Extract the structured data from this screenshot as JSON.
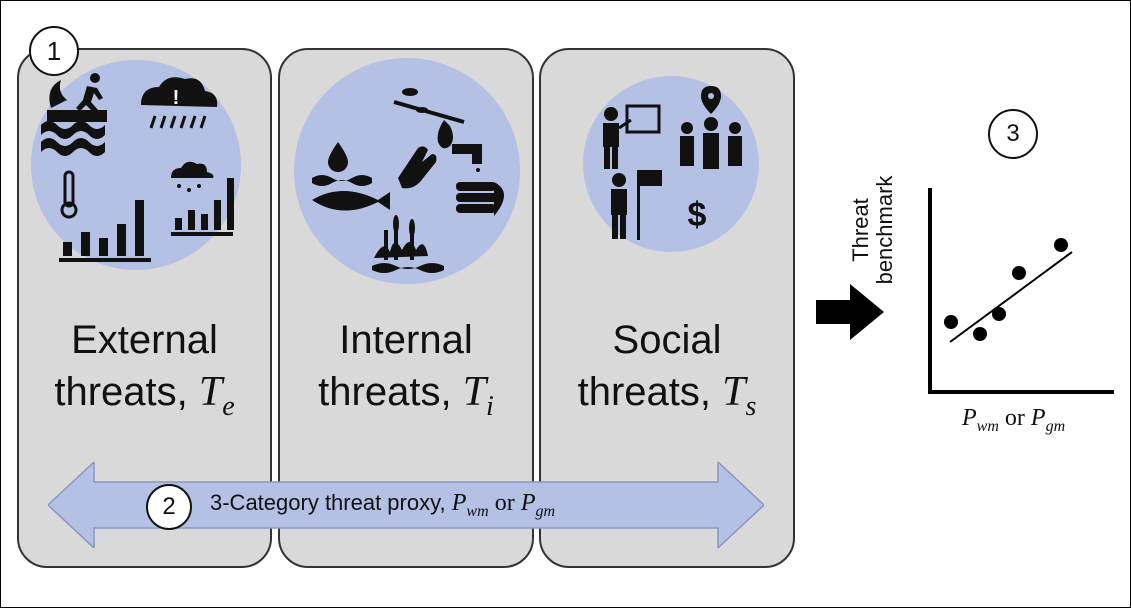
{
  "badges": {
    "one": "1",
    "two": "2",
    "three": "3"
  },
  "panels": [
    {
      "line1": "External",
      "line2": "threats,",
      "symbol": "T",
      "sub": "e"
    },
    {
      "line1": "Internal",
      "line2": "threats,",
      "symbol": "T",
      "sub": "i"
    },
    {
      "line1": "Social",
      "line2": "threats,",
      "symbol": "T",
      "sub": "s"
    }
  ],
  "proxy": {
    "text": "3-Category threat proxy,",
    "p1": "P",
    "p1_sub": "wm",
    "or": "or",
    "p2": "P",
    "p2_sub": "gm"
  },
  "plot": {
    "ylabel_line1": "Threat",
    "ylabel_line2": "benchmark",
    "xlabel": {
      "p1": "P",
      "p1_sub": "wm",
      "or": "or",
      "p2": "P",
      "p2_sub": "gm"
    }
  },
  "colors": {
    "panel": "#d9d9d9",
    "circle": "#b4c0e4",
    "arrow": "#b4c0e4"
  },
  "icons": [
    "flood-runner-icon",
    "storm-cloud-icon",
    "thermometer-icon",
    "bar-chart-icon",
    "rain-cloud-icon",
    "water-drop-icon",
    "fish-icon",
    "hand-icon",
    "fruit-branch-icon",
    "faucet-hand-icon",
    "wetland-plants-icon",
    "presenter-icon",
    "location-people-icon",
    "flag-person-icon",
    "dollar-icon",
    "right-arrow-icon"
  ]
}
